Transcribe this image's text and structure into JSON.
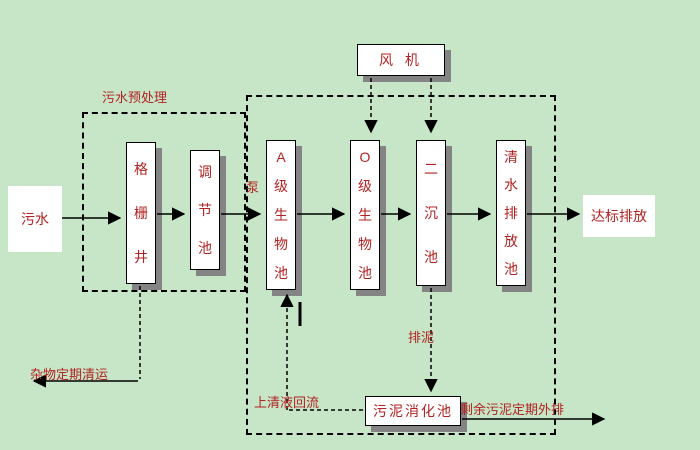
{
  "colors": {
    "background": "#c7e6c7",
    "text": "#b22222",
    "box_fill": "#ffffff",
    "box_border": "#000000",
    "box_shadow": "#848484"
  },
  "nodes": {
    "influent": {
      "label": "污水"
    },
    "grid_well": {
      "label": "格\n栅\n井"
    },
    "regulating_tank": {
      "label": "调\n节\n池"
    },
    "blower": {
      "label": "风  机"
    },
    "a_bio_tank": {
      "label": "A\n级\n生\n物\n池"
    },
    "o_bio_tank": {
      "label": "O\n级\n生\n物\n池"
    },
    "secondary_clarifier": {
      "label": "二\n沉\n池"
    },
    "clear_water_tank": {
      "label": "清\n水\n排\n放\n池"
    },
    "sludge_digestion_tank": {
      "label": "污泥消化池"
    },
    "discharge": {
      "label": "达标排放"
    }
  },
  "annotations": {
    "pretreatment_title": "污水预处理",
    "pump": "泵",
    "debris_removal": "杂物定期清运",
    "supernatant_return": "上清液回流",
    "sludge_discharge": "排泥",
    "excess_sludge_discharge": "剩余污泥定期外排"
  }
}
